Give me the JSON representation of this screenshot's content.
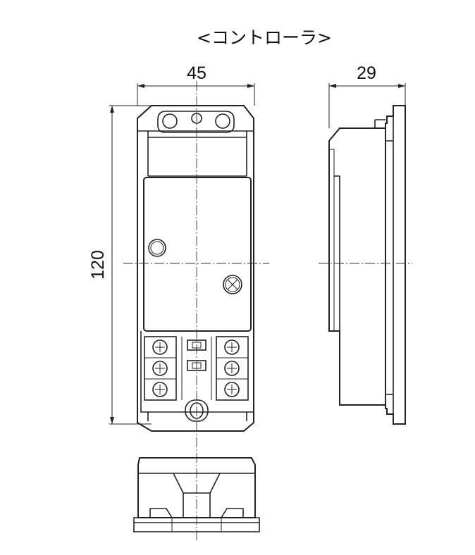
{
  "title": "<コントローラ>",
  "dimensions": {
    "width": "45",
    "depth": "29",
    "height": "120"
  }
}
